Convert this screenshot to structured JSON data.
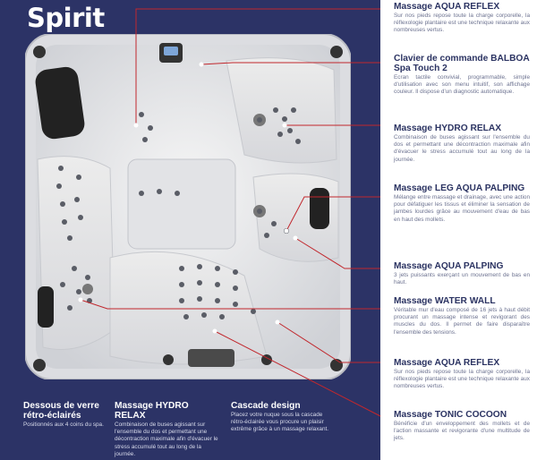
{
  "title": "Spirit",
  "colors": {
    "background": "#2c3366",
    "panel": "#ffffff",
    "heading": "#2b3362",
    "line": "#c1272d"
  },
  "right_items": [
    {
      "title": "Massage AQUA REFLEX",
      "body": "Sur nos pieds repose toute la charge corporelle, la réflexologie plantaire est une technique relaxante aux nombreuses vertus."
    },
    {
      "title": "Clavier de commande BALBOA Spa Touch 2",
      "body": "Ecran tactile convivial, programmable, simple d'utilisation avec son menu intuitif, son affichage couleur. Il dispose d'un diagnostic automatique."
    },
    {
      "title": "Massage HYDRO RELAX",
      "body": "Combinaison de buses agissant sur l'ensemble du dos et permettant une décontraction maximale afin d'évacuer le stress accumulé tout au long de la journée."
    },
    {
      "title": "Massage LEG AQUA PALPING",
      "body": "Mélange entre massage et drainage, avec une action pour défatiguer les tissus et éliminer la sensation de jambes lourdes grâce au mouvement d'eau de bas en haut des mollets."
    },
    {
      "title": "Massage AQUA PALPING",
      "body": "3 jets puissants exerçant un mouvement de bas en haut."
    },
    {
      "title": "Massage WATER WALL",
      "body": "Véritable mur d'eau composé de 16 jets à haut débit procurant un massage intense et revigorant des muscles du dos. Il permet de faire disparaître l'ensemble des tensions."
    },
    {
      "title": "Massage AQUA REFLEX",
      "body": "Sur nos pieds repose toute la charge corporelle, la réflexologie plantaire est une technique relaxante aux nombreuses vertus."
    },
    {
      "title": "Massage TONIC COCOON",
      "body": "Bénéficie d'un enveloppement des mollets et de l'action massante et revigorante d'une multitude de jets."
    }
  ],
  "bottom_items": [
    {
      "title": "Dessous de verre rétro-éclairés",
      "body": "Positionnés aux 4 coins du spa."
    },
    {
      "title": "Massage HYDRO RELAX",
      "body": "Combinaison de buses agissant sur l'ensemble du dos et permettant une décontraction maximale afin d'évacuer le stress accumulé tout au long de la journée."
    },
    {
      "title": "Cascade design",
      "body": "Placez votre nuque sous la cascade rétro-éclairée vous procure un plaisir extrême grâce à un massage relaxant."
    }
  ]
}
